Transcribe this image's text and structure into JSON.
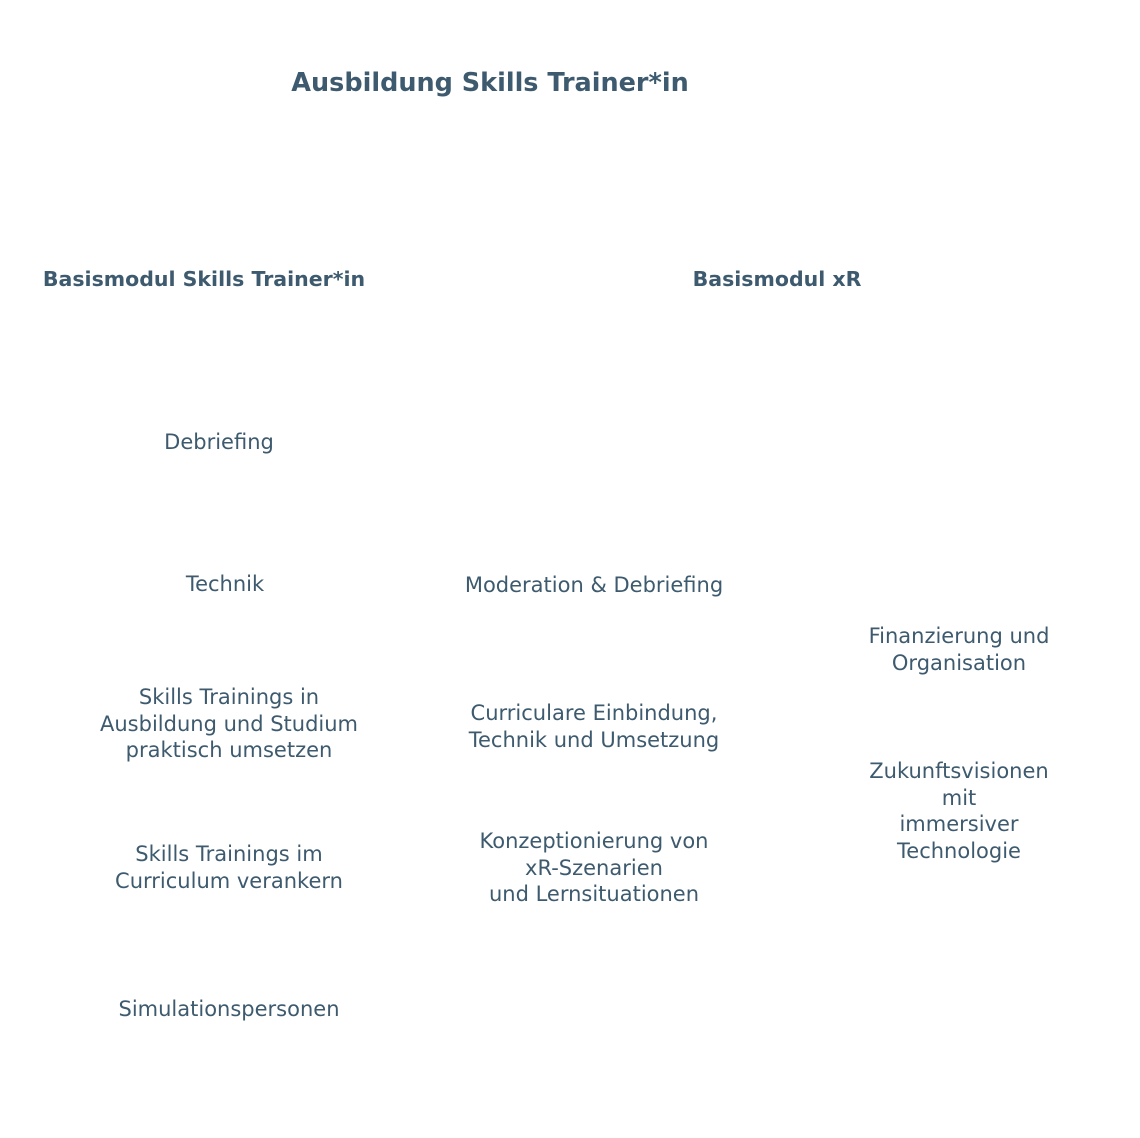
{
  "title": "Ausbildung Skills Trainer*in",
  "modules": [
    {
      "heading": "Basismodul Skills Trainer*in",
      "topics": [
        "Debriefing",
        "Technik",
        "Skills Trainings in\nAusbildung und Studium\npraktisch umsetzen",
        "Skills Trainings im\nCurriculum verankern",
        "Simulationspersonen"
      ]
    },
    {
      "heading": "Basismodul xR",
      "topics": [
        "Moderation & Debriefing",
        "Curriculare Einbindung,\nTechnik und Umsetzung",
        "Konzeptionierung von\nxR-Szenarien\nund Lernsituationen",
        "Finanzierung und\nOrganisation",
        "Zukunftsvisionen mit\nimmersiver Technologie"
      ]
    }
  ],
  "colors": {
    "text": "#3d5a6e",
    "background": "#ffffff"
  }
}
